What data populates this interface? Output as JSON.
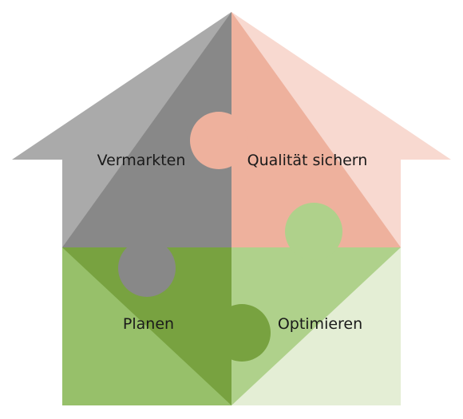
{
  "diagram": {
    "quadrants": [
      {
        "id": "vermarkten",
        "label": "Vermarkten"
      },
      {
        "id": "qualitaet",
        "label": "Qualität sichern"
      },
      {
        "id": "planen",
        "label": "Planen"
      },
      {
        "id": "optimieren",
        "label": "Optimieren"
      }
    ]
  },
  "colors": {
    "gray_light": "#aaaaaa",
    "gray_dark": "#888888",
    "salmon_dark": "#eeb19d",
    "salmon_light": "#f8d9d0",
    "green_mid": "#97c06a",
    "green_dark": "#78a240",
    "green_light": "#afd18b",
    "green_pale": "#e4eed5"
  }
}
